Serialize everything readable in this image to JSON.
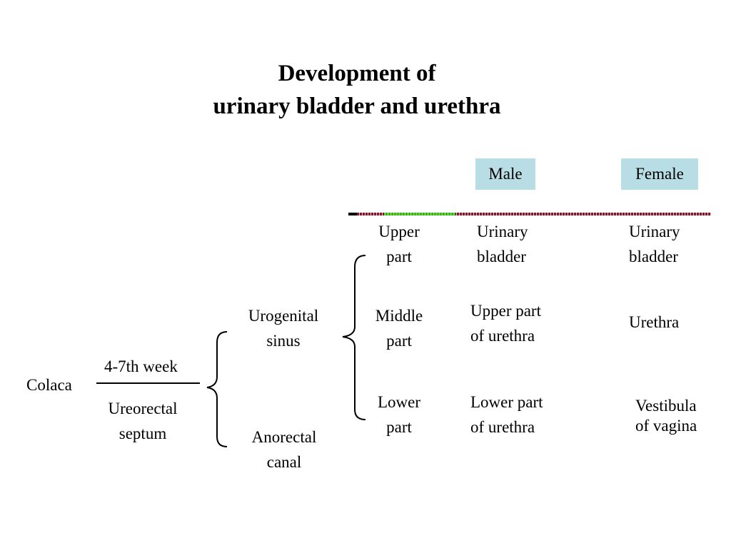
{
  "title": {
    "line1": "Development of",
    "line2": "urinary bladder and urethra"
  },
  "headers": {
    "male": "Male",
    "female": "Female"
  },
  "colors": {
    "header_box": "#b8dde4",
    "rule_main": "#7a1a2a",
    "rule_accent": "#5fd13a"
  },
  "origin": {
    "label": "Colaca",
    "above_arrow": "4-7th week",
    "below_arrow_line1": "Ureorectal",
    "below_arrow_line2": "septum"
  },
  "branches": {
    "urogenital_line1": "Urogenital",
    "urogenital_line2": "sinus",
    "anorectal_line1": "Anorectal",
    "anorectal_line2": "canal"
  },
  "rows": [
    {
      "part_line1": "Upper",
      "part_line2": "part",
      "male_line1": "Urinary",
      "male_line2": "bladder",
      "female_line1": "Urinary",
      "female_line2": "bladder"
    },
    {
      "part_line1": "Middle",
      "part_line2": "part",
      "male_line1": "Upper part",
      "male_line2": "of urethra",
      "female_line1": "Urethra",
      "female_line2": ""
    },
    {
      "part_line1": "Lower",
      "part_line2": "part",
      "male_line1": "Lower part",
      "male_line2": "of urethra",
      "female_line1": "Vestibula",
      "female_line2": "of vagina"
    }
  ]
}
